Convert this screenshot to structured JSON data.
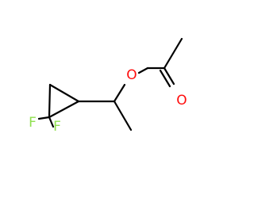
{
  "molecule": {
    "atoms": {
      "fluorine_1": {
        "symbol": "F"
      },
      "fluorine_2": {
        "symbol": "F"
      },
      "ester_oxygen": {
        "symbol": "O"
      },
      "carbonyl_oxygen": {
        "symbol": "O"
      }
    },
    "colors": {
      "bond": "#000000",
      "fluorine": "#90e050",
      "oxygen": "#ff0d0d"
    }
  }
}
